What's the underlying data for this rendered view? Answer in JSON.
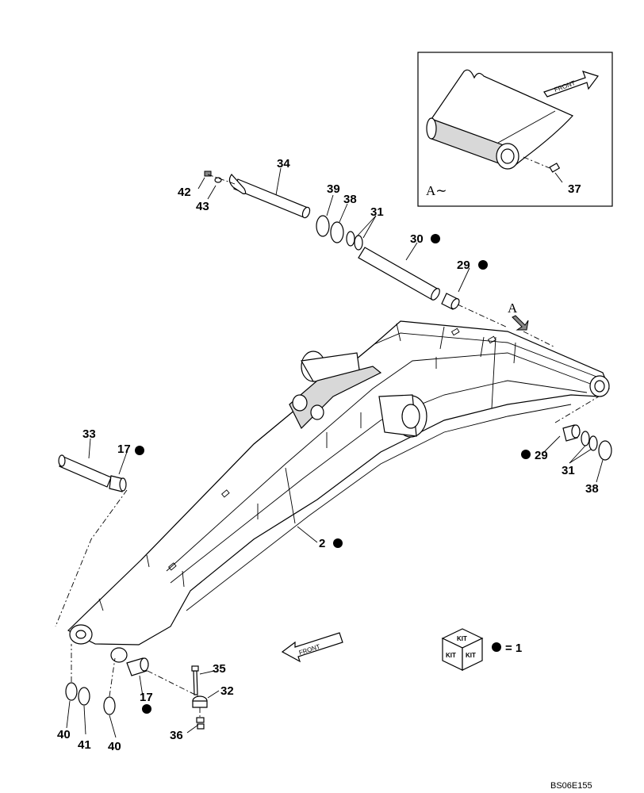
{
  "inset": {
    "view_label": "A",
    "front_label": "FRONT",
    "callout": "37"
  },
  "view_marker": "A",
  "front_arrow": "FRONT",
  "callouts": {
    "p2": "2",
    "p17a": "17",
    "p17b": "17",
    "p29a": "29",
    "p29b": "29",
    "p30": "30",
    "p31a": "31",
    "p31b": "31",
    "p32": "32",
    "p33": "33",
    "p34": "34",
    "p35": "35",
    "p36": "36",
    "p38a": "38",
    "p38b": "38",
    "p39": "39",
    "p40a": "40",
    "p40b": "40",
    "p41": "41",
    "p42": "42",
    "p43": "43"
  },
  "legend": {
    "kit_text": "KIT",
    "equals_text": "= 1"
  },
  "drawing_code": "BS06E155"
}
